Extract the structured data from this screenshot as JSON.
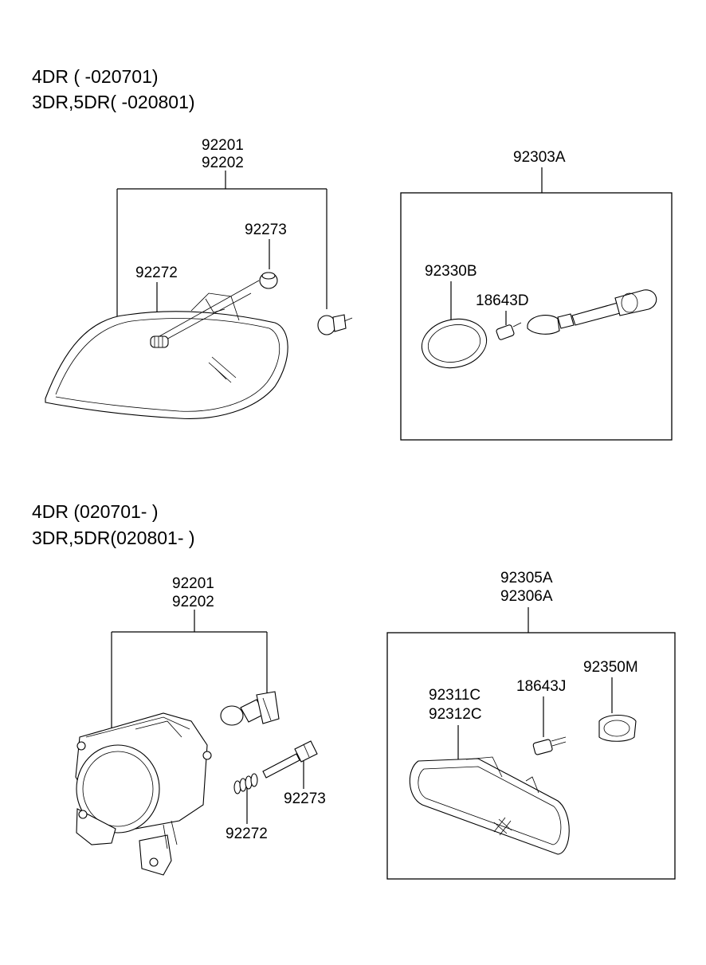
{
  "sections": [
    {
      "heading_lines": [
        "4DR ( -020701)",
        "3DR,5DR( -020801)"
      ],
      "headlamp": {
        "part_numbers": [
          "92201",
          "92202"
        ],
        "bulb": "92273",
        "spring": "92272"
      },
      "side_repeater": {
        "part_number": "92303A",
        "lens": "92330B",
        "bulb": "18643D"
      }
    },
    {
      "heading_lines": [
        "4DR (020701- )",
        "3DR,5DR(020801- )"
      ],
      "fog_lamp": {
        "part_numbers": [
          "92201",
          "92202"
        ],
        "bolt": "92273",
        "spring": "92272"
      },
      "side_repeater": {
        "part_numbers": [
          "92305A",
          "92306A"
        ],
        "lens": [
          "92311C",
          "92312C"
        ],
        "bulb": "18643J",
        "socket": "92350M"
      }
    }
  ]
}
